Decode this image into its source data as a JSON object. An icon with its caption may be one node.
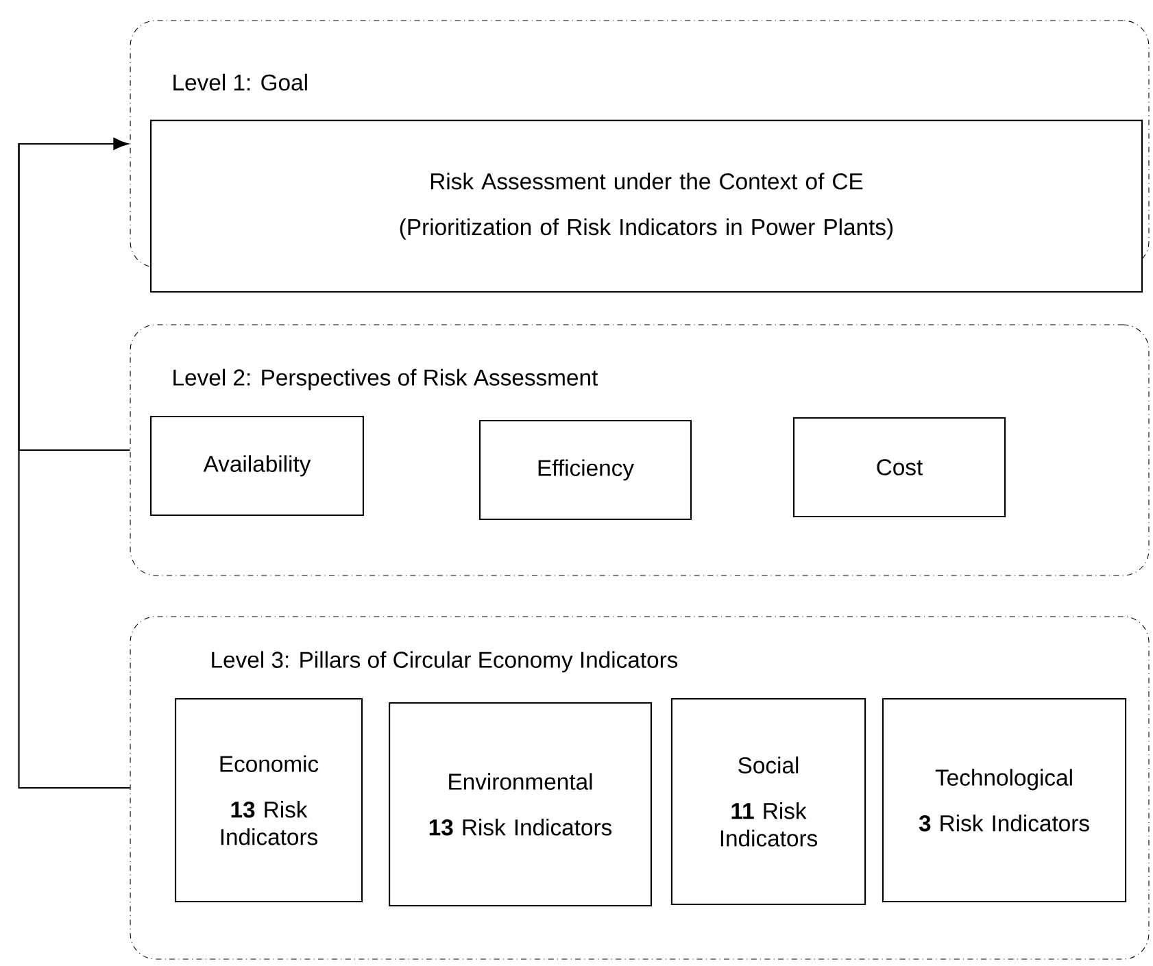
{
  "diagram": {
    "nodes": [
      {
        "text": [
          "Level 1: Goal"
        ]
      },
      {
        "text": [
          "Risk Assessment under the Context of CE",
          "(Prioritization of Risk Indicators in Power Plants)"
        ]
      },
      {
        "text": [
          "Level 2: Perspectives of Risk Assessment"
        ]
      },
      {
        "text": [
          "Availability"
        ],
        "in": 2
      },
      {
        "text": [
          "Efficiency"
        ],
        "in": 2
      },
      {
        "text": [
          "Cost"
        ],
        "in": 2
      },
      {
        "text": [
          "Level 3: Pillars of Circular Economy Indicators"
        ]
      },
      {
        "text": [
          "Economic",
          "**13** Risk Indicators"
        ],
        "in": 6
      },
      {
        "text": [
          "Environmental",
          "**13** Risk Indicators"
        ],
        "in": 6
      },
      {
        "text": [
          "Social",
          "**11** Risk Indicators"
        ],
        "in": 6
      },
      {
        "text": [
          "Technological",
          "**3** Risk Indicators"
        ],
        "in": 6
      }
    ],
    "edges": [
      {
        "from": 2,
        "to": 0,
        "arrow": "to"
      },
      {
        "from": 6,
        "to": 0,
        "arrow": "to"
      }
    ]
  }
}
